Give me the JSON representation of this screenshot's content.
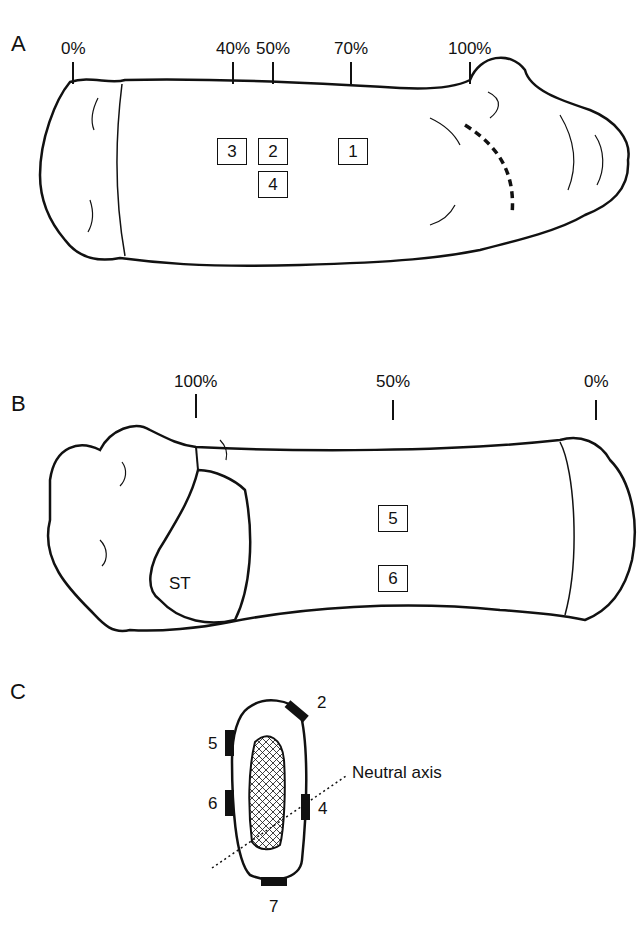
{
  "diagram": {
    "nodes": [
      {
        "text": [
          "3"
        ]
      },
      {
        "text": [
          "2"
        ]
      },
      {
        "text": [
          "1"
        ]
      },
      {
        "text": [
          "4"
        ]
      },
      {
        "text": [
          "5"
        ]
      },
      {
        "text": [
          "6"
        ]
      }
    ],
    "labels": [
      "A",
      "0%",
      "40%",
      "50%",
      "70%",
      "100%",
      "B",
      "100%",
      "50%",
      "0%",
      "ST",
      "C",
      "2",
      "5",
      "6",
      "4",
      "7",
      "Neutral axis"
    ]
  }
}
